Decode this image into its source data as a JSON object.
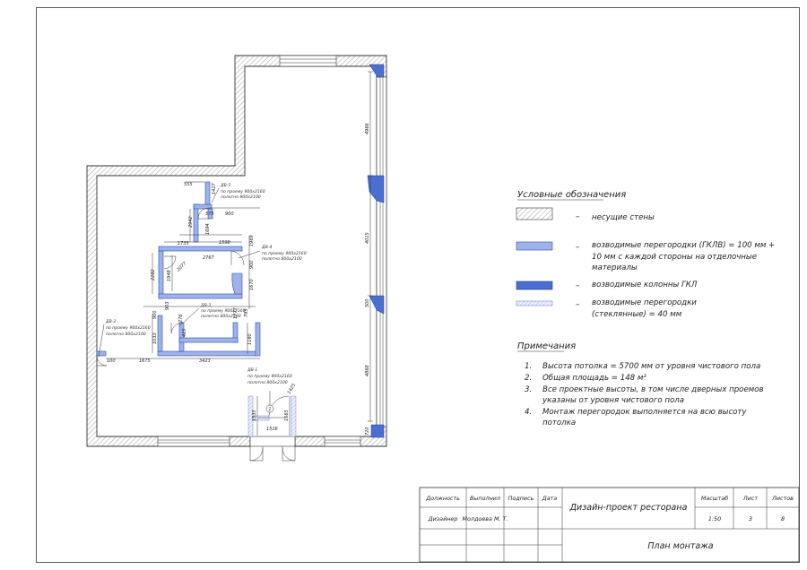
{
  "legend": {
    "heading": "Условные обозначения",
    "dash": "–",
    "items": [
      {
        "lines": [
          "несущие стены"
        ]
      },
      {
        "lines": [
          "возводимые перегородки (ГКЛВ) = 100 мм +",
          "10 мм с каждой стороны на отделочные",
          "материалы"
        ]
      },
      {
        "lines": [
          "возводимые колонны ГКЛ"
        ]
      },
      {
        "lines": [
          "возводимые перегородки",
          "(стеклянные) = 40 мм"
        ]
      }
    ]
  },
  "notes": {
    "heading": "Примечания",
    "items": [
      {
        "num": "1.",
        "lines": [
          "Высота потолка = 5700 мм от уровня чистового пола"
        ]
      },
      {
        "num": "2.",
        "lines": [
          "Общая площадь = 148 м²"
        ]
      },
      {
        "num": "3.",
        "lines": [
          "Все проектные высоты, в том числе дверных проемов",
          "указаны от уровня чистового пола"
        ]
      },
      {
        "num": "4.",
        "lines": [
          "Монтаж перегородок выполняется на всю высоту",
          "потолка"
        ]
      }
    ]
  },
  "title_block": {
    "col_position": "Должность",
    "col_performer": "Выполнил",
    "col_signature": "Подпись",
    "col_date": "Дата",
    "position": "Дизайнер",
    "performer": "Молдоева М. Т.",
    "project": "Дизайн-проект ресторана",
    "sheet_title": "План монтажа",
    "h_scale": "Масштаб",
    "h_sheet": "Лист",
    "h_sheets": "Листов",
    "scale": "1:50",
    "sheet": "3",
    "sheets": "8"
  },
  "doors": [
    {
      "id": "ДВ-5",
      "l1": "по проему 900х2160",
      "l2": "полотно 800х2100"
    },
    {
      "id": "ДВ-4",
      "l1": "по проему 900х2160",
      "l2": "полотно 800х2100"
    },
    {
      "id": "ДВ-3",
      "l1": "по проему 900х2160",
      "l2": "полотно 800х2100"
    },
    {
      "id": "ДВ-2",
      "l1": "по проему 900х2160",
      "l2": "полотно 800х2100"
    },
    {
      "id": "ДВ-1",
      "l1": "по проему 900х2160",
      "l2": "полотно 800х2100"
    }
  ],
  "dimensions": {
    "d_4966": "4966",
    "d_4015": "4015",
    "d_500": "500",
    "d_4868": "4868",
    "d_720": "720",
    "d_1535": "1535",
    "d_1565": "1565",
    "d_1516": "1516",
    "d_1425": "1425",
    "d_2767": "2767",
    "d_1735": "1735",
    "d_1598": "1598",
    "d_1969": "1969",
    "d_1948": "1948",
    "d_2282": "2282",
    "d_900a": "900",
    "d_900b": "900",
    "d_900c": "900",
    "d_1670": "1670",
    "d_1694": "1694",
    "d_2942": "2942",
    "d_3423": "3423",
    "d_1675": "1675",
    "d_1180": "1180",
    "d_1033": "1033",
    "d_100": "100",
    "d_1427": "1427",
    "d_555": "555",
    "d_2077": "2077",
    "d_1277": "1277",
    "d_425": "425",
    "d_276": "276",
    "d_795": "795",
    "d_903": "903",
    "d_575": "575"
  },
  "colors": {
    "partition": "#9fb3e8",
    "column": "#4a6fd0",
    "glass": "#d8e0f6",
    "line": "#333333"
  }
}
